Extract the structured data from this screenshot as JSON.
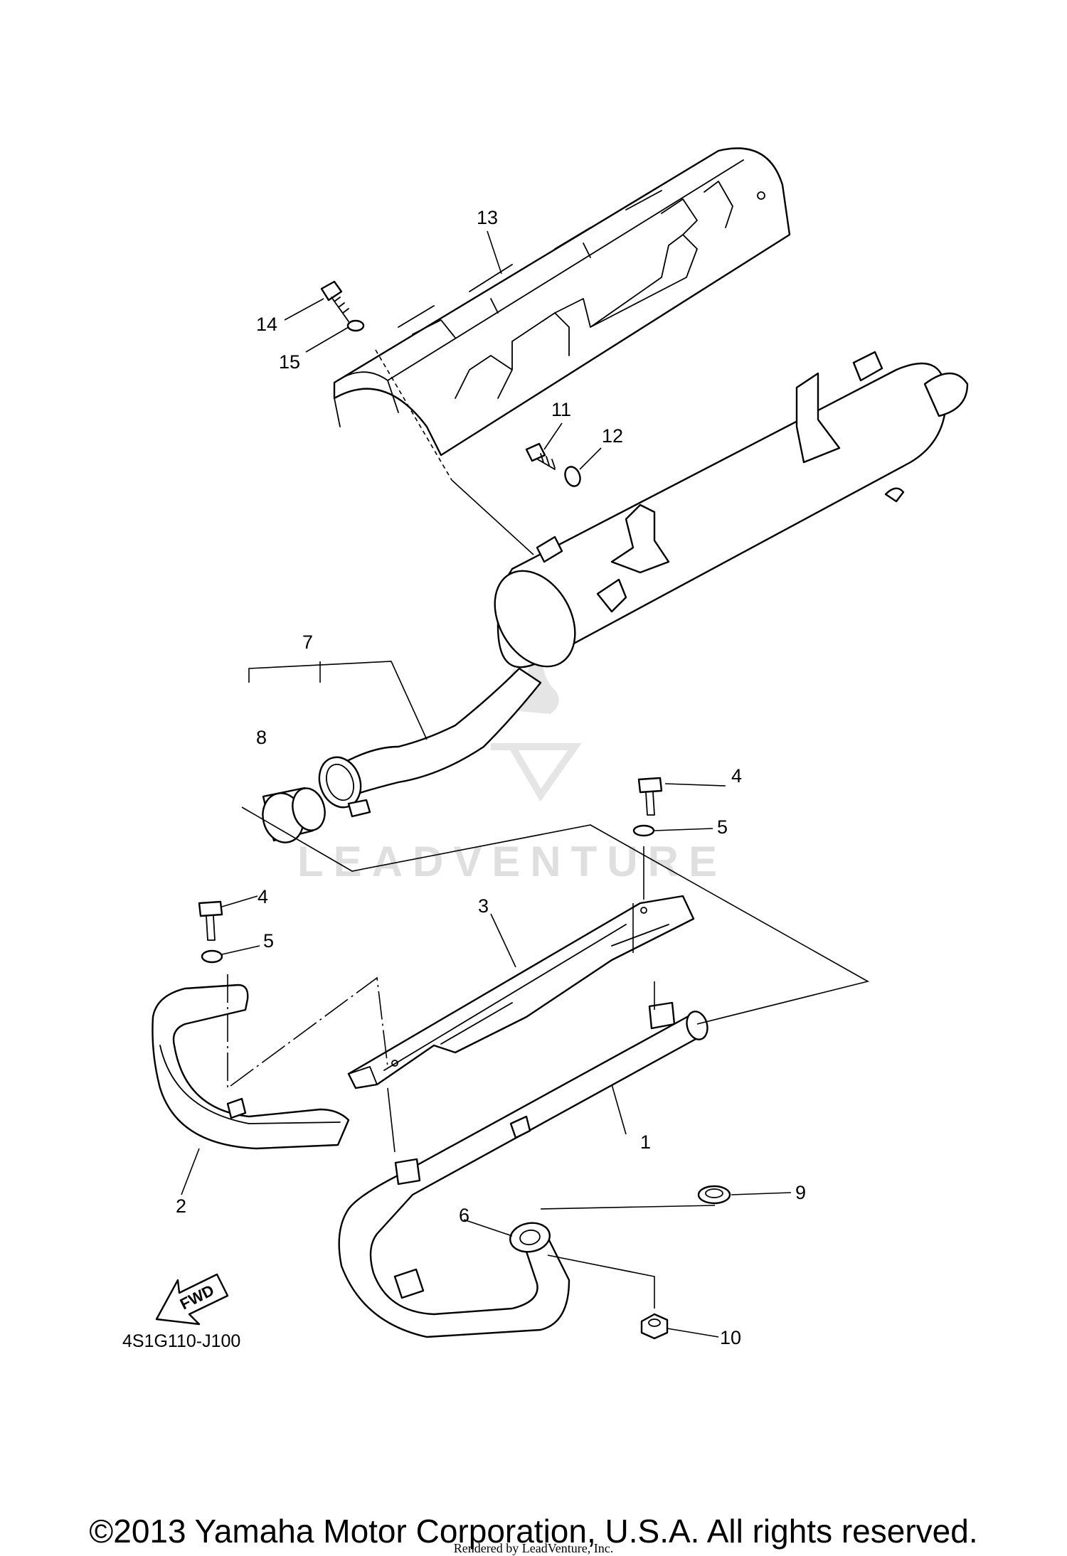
{
  "callouts": {
    "c1": "1",
    "c2": "2",
    "c3": "3",
    "c4a": "4",
    "c4b": "4",
    "c5a": "5",
    "c5b": "5",
    "c6": "6",
    "c7": "7",
    "c8": "8",
    "c9": "9",
    "c10": "10",
    "c11": "11",
    "c12": "12",
    "c13": "13",
    "c14": "14",
    "c15": "15"
  },
  "fwd_label": "FWD",
  "diagram_code": "4S1G110-J100",
  "watermark": "LEADVENTURE",
  "footer": {
    "copyright": "©2013 Yamaha Motor Corporation, U.S.A. All rights reserved.",
    "rendered_by": "Rendered by LeadVenture, Inc."
  },
  "colors": {
    "line": "#000000",
    "background": "#ffffff",
    "watermark": "#dcdcdc"
  }
}
